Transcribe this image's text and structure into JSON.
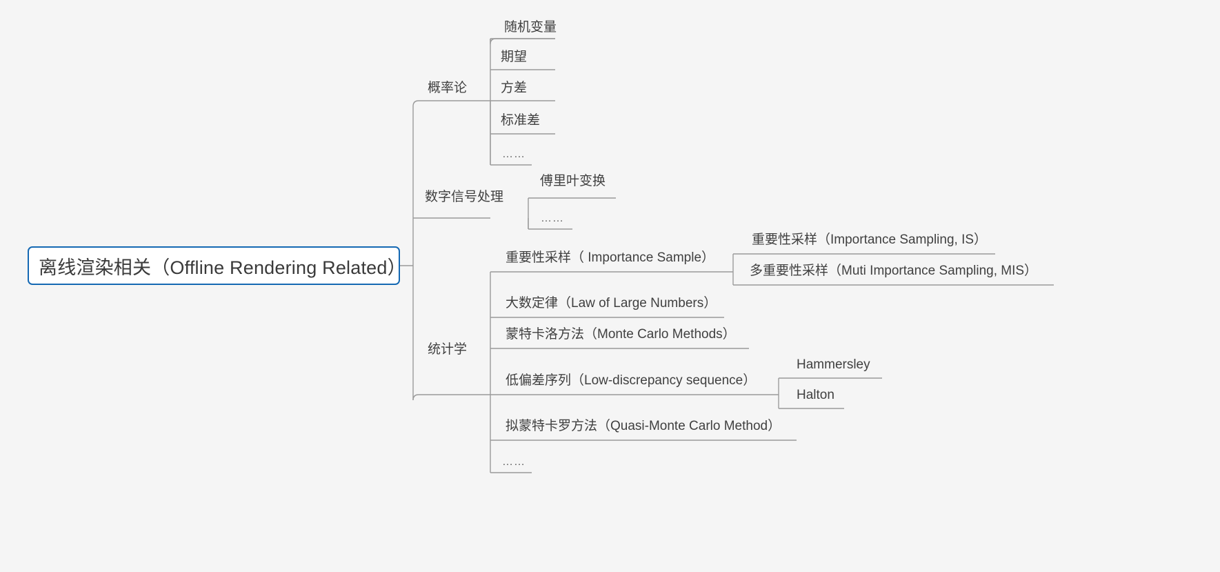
{
  "diagram": {
    "title": "Offline Rendering Related Mind Map",
    "background_color": "#f5f5f5",
    "line_color": "#9a9a9a",
    "text_color": "#404040",
    "root_border_color": "#1468b3",
    "root_fill_color": "#ffffff",
    "type": "mind-map",
    "orientation": "left-to-right"
  },
  "root": {
    "label": "离线渲染相关（Offline Rendering Related）"
  },
  "branches": [
    {
      "id": "probability",
      "label": "概率论",
      "children": [
        {
          "label": "随机变量"
        },
        {
          "label": "期望"
        },
        {
          "label": "方差"
        },
        {
          "label": "标准差"
        },
        {
          "label": "……"
        }
      ]
    },
    {
      "id": "dsp",
      "label": "数字信号处理",
      "children": [
        {
          "label": "傅里叶变换"
        },
        {
          "label": "……"
        }
      ]
    },
    {
      "id": "statistics",
      "label": "统计学",
      "children": [
        {
          "label": "重要性采样（ Importance Sample）",
          "children": [
            {
              "label": "重要性采样（Importance Sampling, IS）"
            },
            {
              "label": "多重要性采样（Muti Importance Sampling, MIS）"
            }
          ]
        },
        {
          "label": "大数定律（Law of Large Numbers）"
        },
        {
          "label": "蒙特卡洛方法（Monte Carlo Methods）"
        },
        {
          "label": "低偏差序列（Low-discrepancy sequence）",
          "children": [
            {
              "label": "Hammersley"
            },
            {
              "label": "Halton"
            }
          ]
        },
        {
          "label": "拟蒙特卡罗方法（Quasi-Monte Carlo Method）"
        },
        {
          "label": "……"
        }
      ]
    }
  ]
}
